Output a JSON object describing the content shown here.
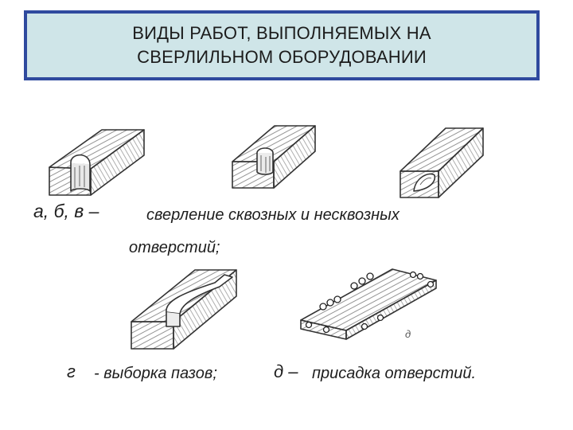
{
  "title": {
    "line1": "ВИДЫ РАБОТ, ВЫПОЛНЯЕМЫХ НА",
    "line2": "СВЕРЛИЛЬНОМ ОБОРУДОВАНИИ"
  },
  "captions": {
    "abv_letters": "а, б, в –",
    "abv_text": "сверление сквозных и несквозных",
    "abv_text2": "отверстий;",
    "g_letter": "г",
    "g_text": "- выборка пазов;",
    "d_letter": "д –",
    "d_text": "присадка отверстий.",
    "d_mark": "д"
  },
  "colors": {
    "title_border": "#2f4a9e",
    "title_fill": "#cfe5e8",
    "wood_line": "#333333"
  }
}
